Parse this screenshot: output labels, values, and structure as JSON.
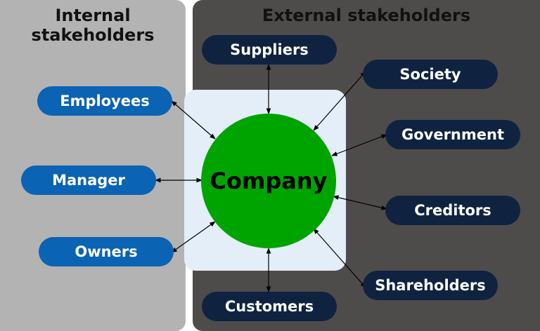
{
  "internal": {
    "title": "Internal stakeholders",
    "items": [
      "Employees",
      "Manager",
      "Owners"
    ]
  },
  "external": {
    "title": "External stakeholders",
    "items": [
      "Suppliers",
      "Society",
      "Government",
      "Creditors",
      "Shareholders",
      "Customers"
    ]
  },
  "center": {
    "label": "Company"
  },
  "colors": {
    "internal_panel": "#b3b3b3",
    "external_panel": "#4e4b4b",
    "company_box": "#e4eef9",
    "company_circle": "#00a400",
    "internal_pill": "#0b63b3",
    "external_pill": "#0f2340"
  }
}
